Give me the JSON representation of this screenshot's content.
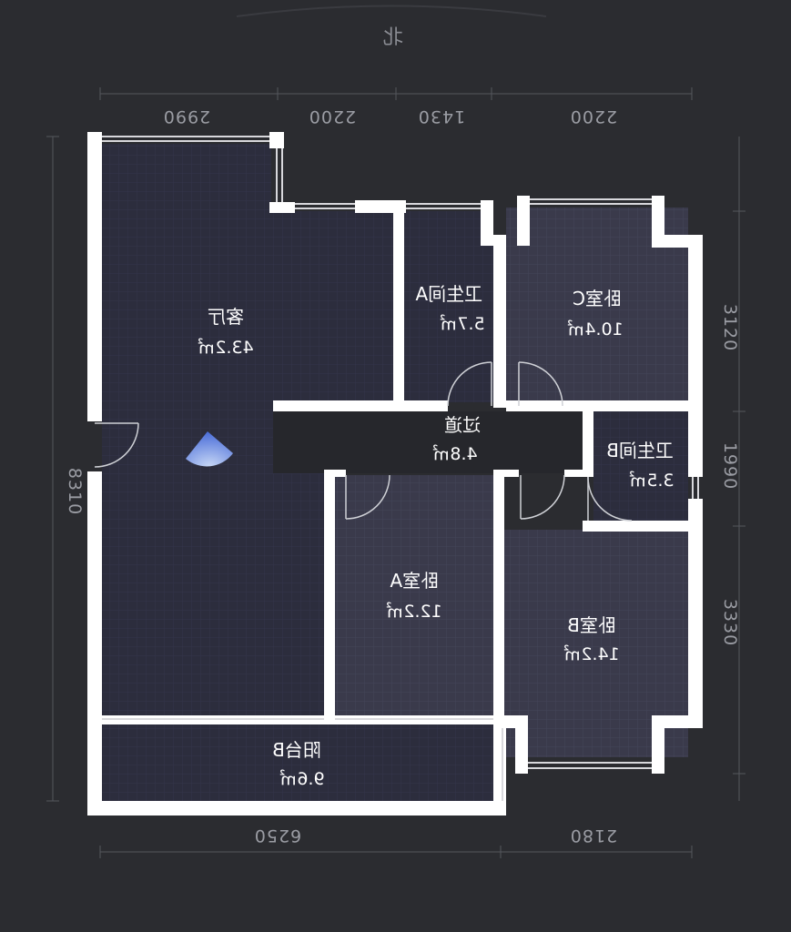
{
  "compass": {
    "north_label": "北"
  },
  "dimensions": {
    "top": [
      "2990",
      "2200",
      "1430",
      "2200"
    ],
    "right": [
      "3120",
      "1990",
      "3330"
    ],
    "left": [
      "8310"
    ],
    "bottom": [
      "6250",
      "2180"
    ]
  },
  "rooms": [
    {
      "id": "living",
      "name": "客厅",
      "area": "43.2㎡"
    },
    {
      "id": "bath-a",
      "name": "卫生间A",
      "area": "5.7㎡"
    },
    {
      "id": "bedroom-c",
      "name": "卧室C",
      "area": "10.4㎡"
    },
    {
      "id": "hallway",
      "name": "过道",
      "area": "4.8㎡"
    },
    {
      "id": "bath-b",
      "name": "卫生间B",
      "area": "3.5㎡"
    },
    {
      "id": "bedroom-a",
      "name": "卧室A",
      "area": "12.2㎡"
    },
    {
      "id": "bedroom-b",
      "name": "卧室B",
      "area": "14.2㎡"
    },
    {
      "id": "balcony-b",
      "name": "阳台B",
      "area": "9.6㎡"
    }
  ],
  "colors": {
    "background": "#2b2c30",
    "room_fill": "#2a2b3c",
    "room_fill_alt": "#3a3a4a",
    "wall": "#ffffff",
    "view_marker": "#9fb6ff"
  }
}
